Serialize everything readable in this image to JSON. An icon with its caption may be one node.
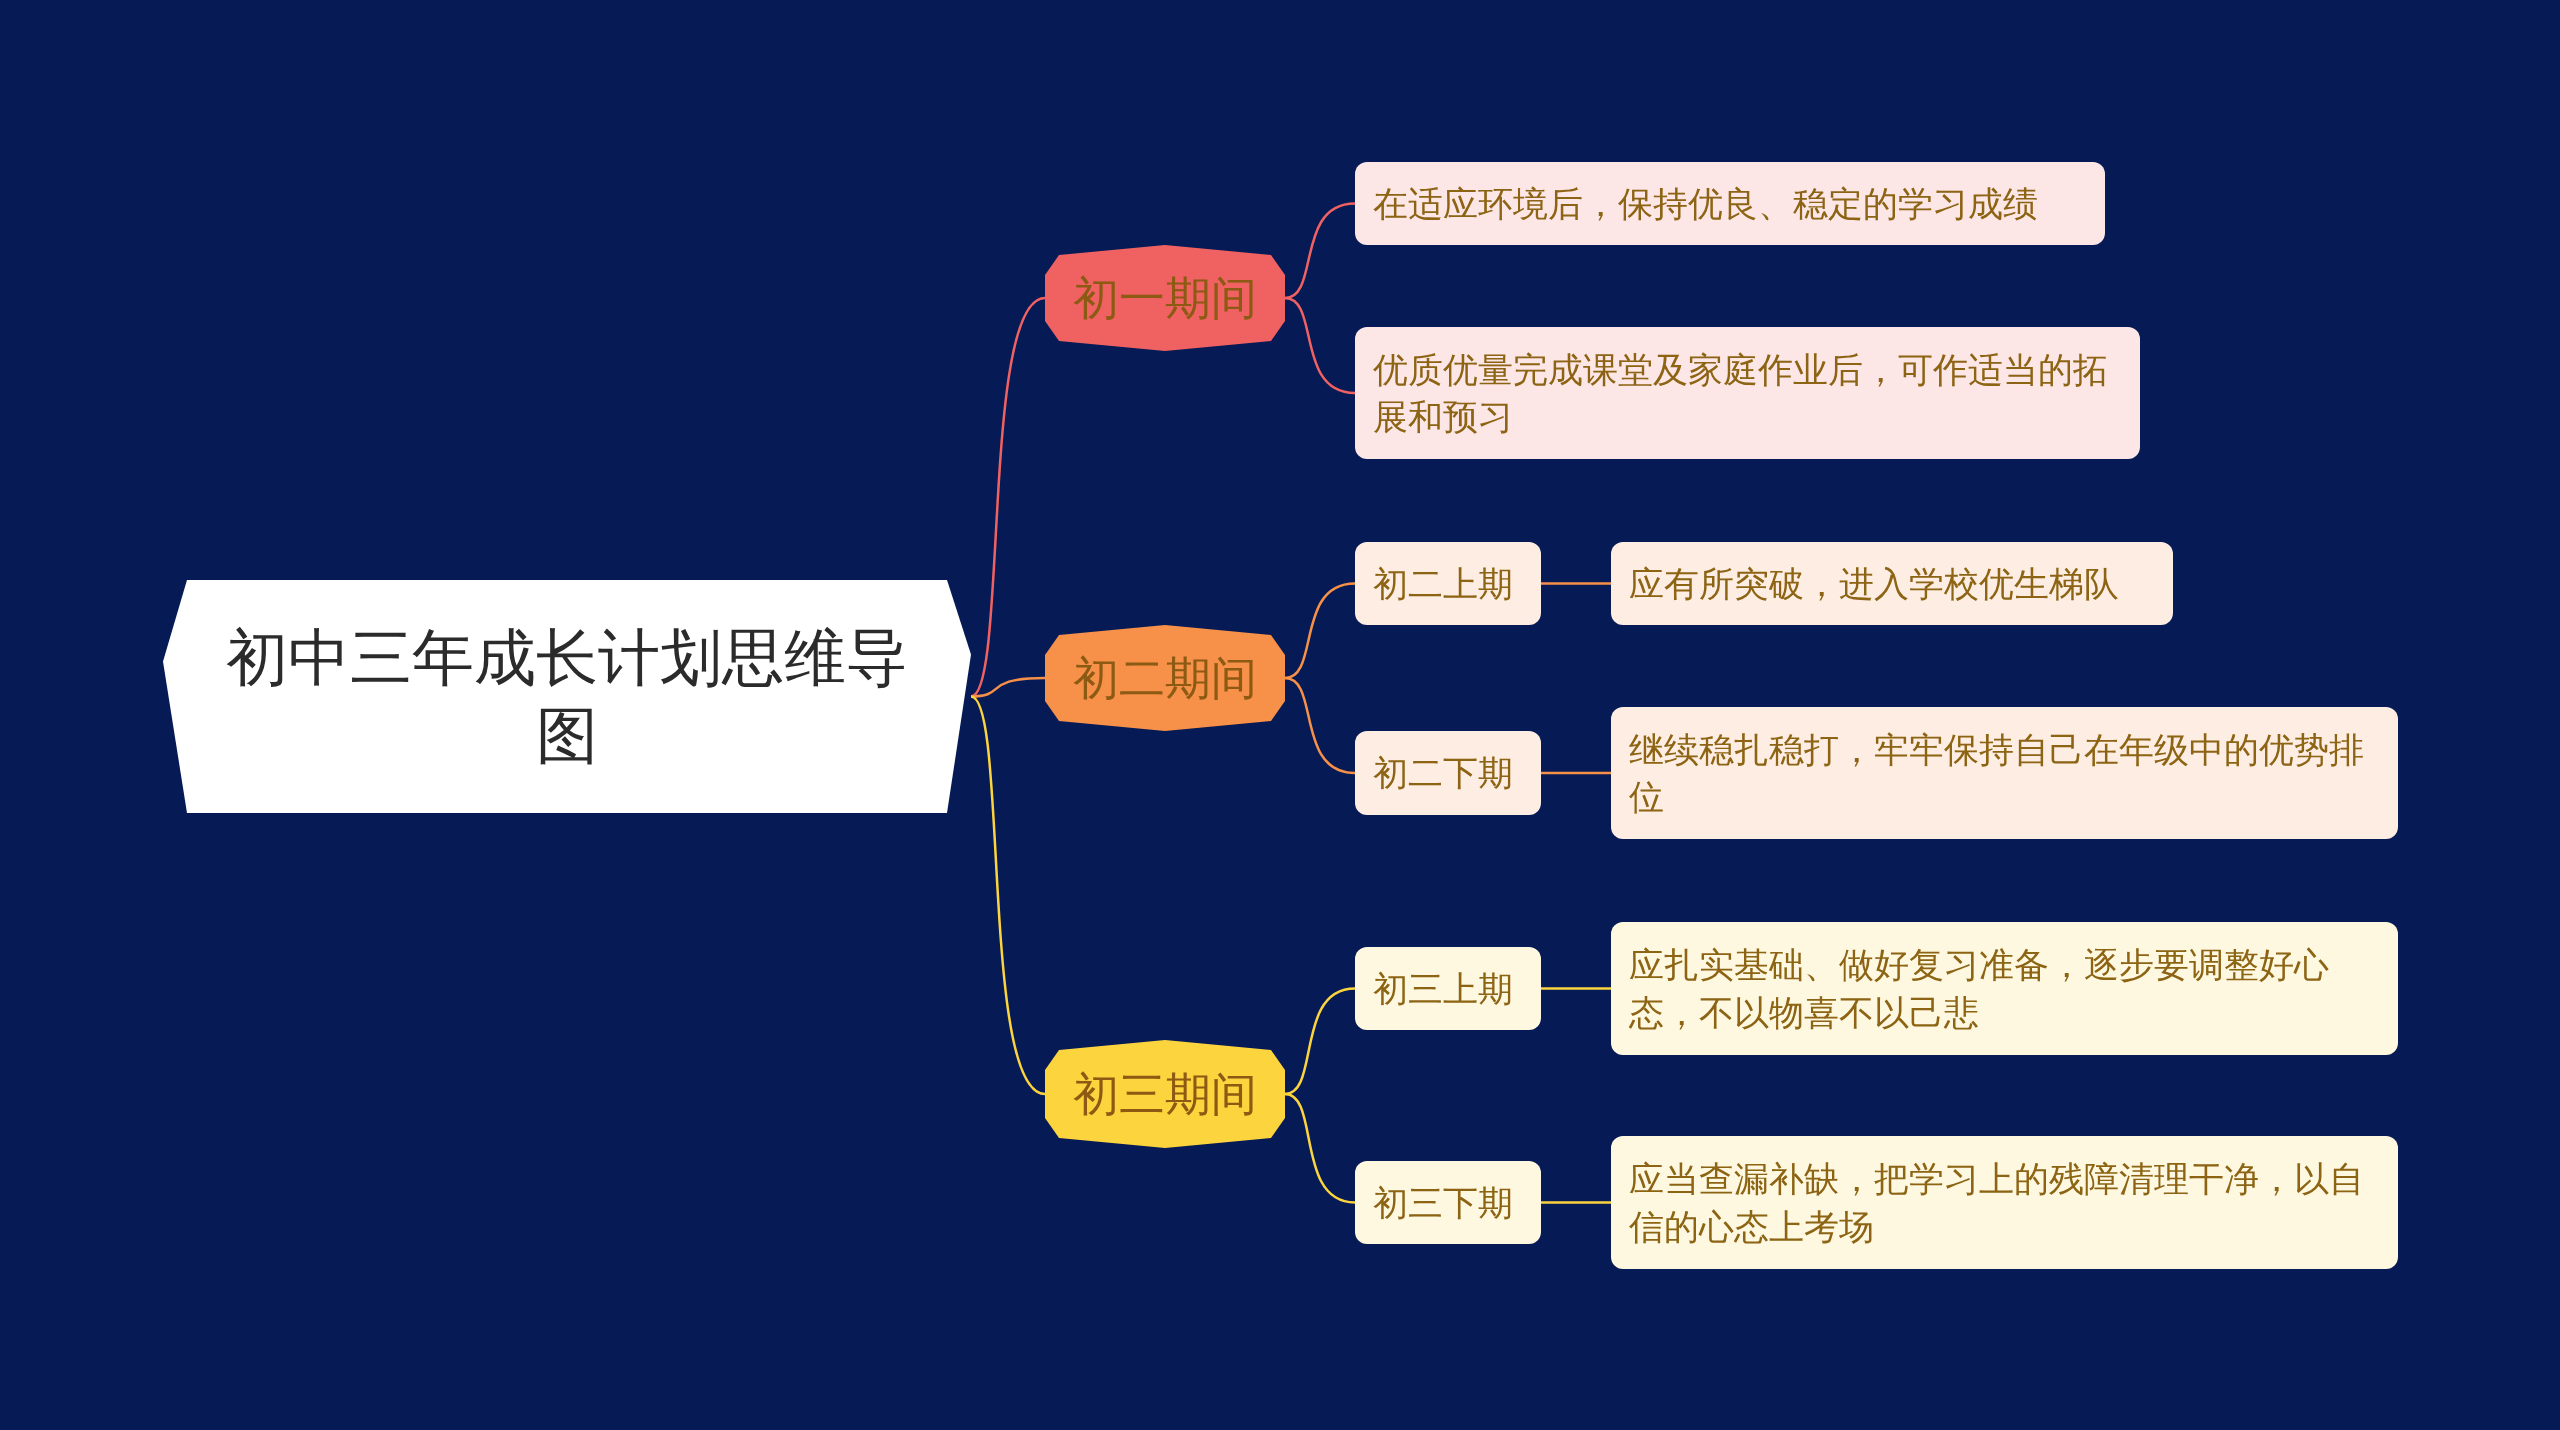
{
  "diagram": {
    "nodes": [
      {
        "text": [
          "初中三年成长计划思维导图"
        ]
      },
      {
        "text": [
          "初一期间"
        ]
      },
      {
        "text": [
          "初二期间"
        ]
      },
      {
        "text": [
          "初三期间"
        ]
      },
      {
        "text": [
          "在适应环境后，保持优良、稳定的学习成绩"
        ]
      },
      {
        "text": [
          "优质优量完成课堂及家庭作业后，可作适当的拓展和预习"
        ]
      },
      {
        "text": [
          "初二上期"
        ]
      },
      {
        "text": [
          "应有所突破，进入学校优生梯队"
        ]
      },
      {
        "text": [
          "初二下期"
        ]
      },
      {
        "text": [
          "继续稳扎稳打，牢牢保持自己在年级中的优势排位"
        ]
      },
      {
        "text": [
          "初三上期"
        ]
      },
      {
        "text": [
          "应扎实基础、做好复习准备，逐步要调整好心态，不以物喜不以己悲"
        ]
      },
      {
        "text": [
          "初三下期"
        ]
      },
      {
        "text": [
          "应当查漏补缺，把学习上的残障清理干净，以自信的心态上考场"
        ]
      }
    ],
    "edges": [
      {
        "from": 0,
        "to": 1,
        "arrow": "none",
        "color": "#f06262"
      },
      {
        "from": 0,
        "to": 2,
        "arrow": "none",
        "color": "#f79048"
      },
      {
        "from": 0,
        "to": 3,
        "arrow": "none",
        "color": "#fcd43e"
      },
      {
        "from": 1,
        "to": 4,
        "arrow": "none",
        "color": "#f06262"
      },
      {
        "from": 1,
        "to": 5,
        "arrow": "none",
        "color": "#f06262"
      },
      {
        "from": 2,
        "to": 6,
        "arrow": "none",
        "color": "#f79048"
      },
      {
        "from": 6,
        "to": 7,
        "arrow": "none",
        "color": "#f79048"
      },
      {
        "from": 2,
        "to": 8,
        "arrow": "none",
        "color": "#f79048"
      },
      {
        "from": 8,
        "to": 9,
        "arrow": "none",
        "color": "#f79048"
      },
      {
        "from": 3,
        "to": 10,
        "arrow": "none",
        "color": "#fcd43e"
      },
      {
        "from": 10,
        "to": 11,
        "arrow": "none",
        "color": "#fcd43e"
      },
      {
        "from": 3,
        "to": 12,
        "arrow": "none",
        "color": "#fcd43e"
      },
      {
        "from": 12,
        "to": 13,
        "arrow": "none",
        "color": "#fcd43e"
      }
    ]
  }
}
